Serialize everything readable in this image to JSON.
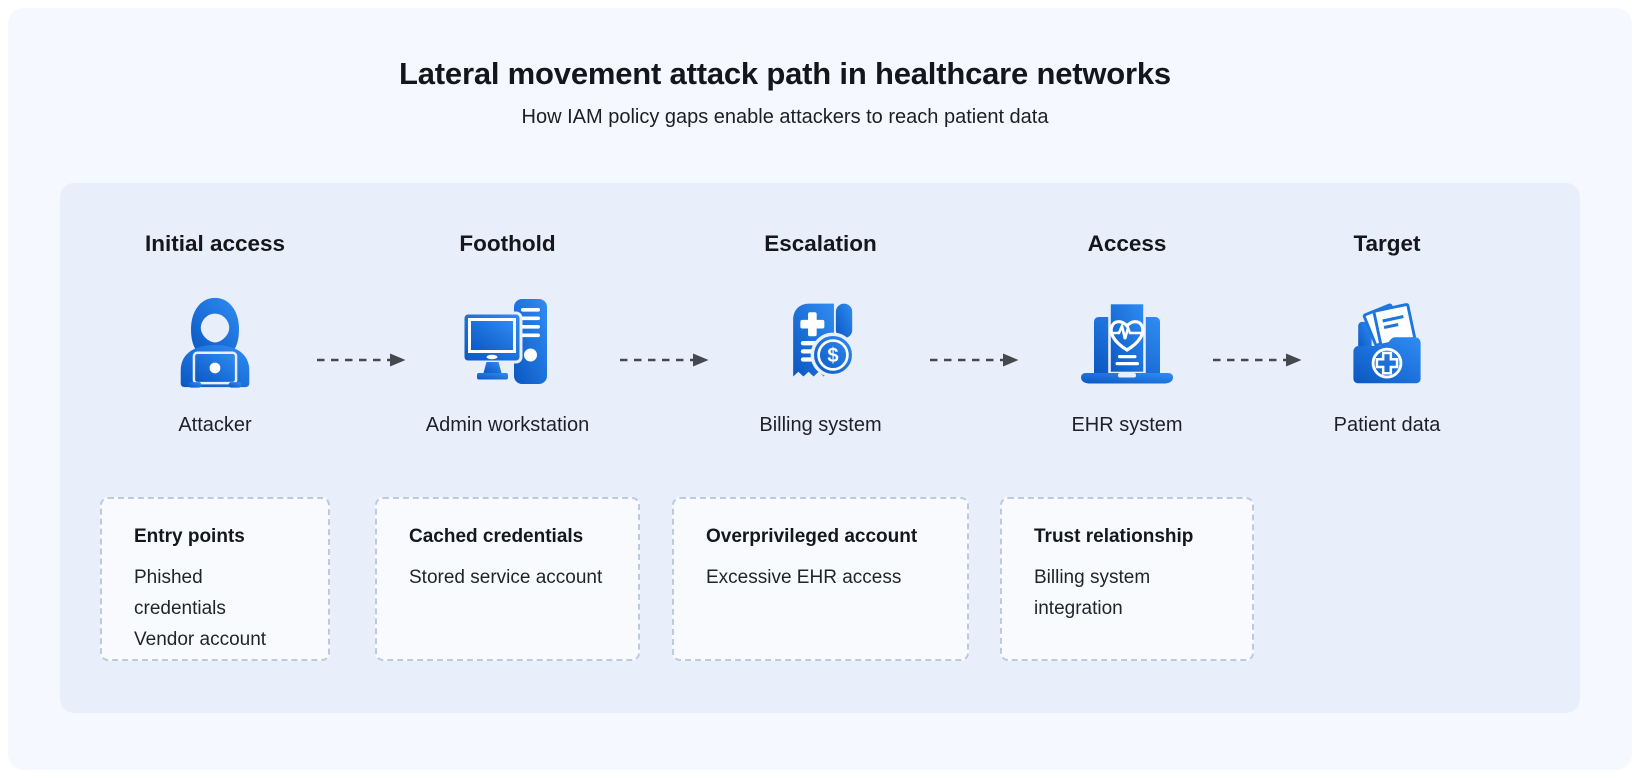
{
  "header": {
    "title": "Lateral movement attack path in healthcare networks",
    "subtitle": "How IAM policy gaps enable attackers to reach patient data"
  },
  "stages": [
    {
      "heading": "Initial access",
      "icon": "attacker-icon",
      "label": "Attacker",
      "detail": {
        "title": "Entry points",
        "lines": [
          "Phished credentials",
          "Vendor account"
        ]
      }
    },
    {
      "heading": "Foothold",
      "icon": "admin-workstation-icon",
      "label": "Admin workstation",
      "detail": {
        "title": "Cached credentials",
        "lines": [
          "Stored service account"
        ]
      }
    },
    {
      "heading": "Escalation",
      "icon": "billing-system-icon",
      "label": "Billing system",
      "detail": {
        "title": "Overprivileged account",
        "lines": [
          "Excessive EHR access"
        ]
      }
    },
    {
      "heading": "Access",
      "icon": "ehr-system-icon",
      "label": "EHR system",
      "detail": {
        "title": "Trust relationship",
        "lines": [
          "Billing system integration"
        ]
      }
    },
    {
      "heading": "Target",
      "icon": "patient-data-icon",
      "label": "Patient data",
      "detail": null
    }
  ],
  "colors": {
    "icon_blue_light": "#2f8df3",
    "icon_blue_dark": "#0b57c2",
    "panel_bg": "#e9eefb",
    "card_bg": "#f5f8fe",
    "box_border": "#bccadf",
    "arrow": "#43494f"
  }
}
